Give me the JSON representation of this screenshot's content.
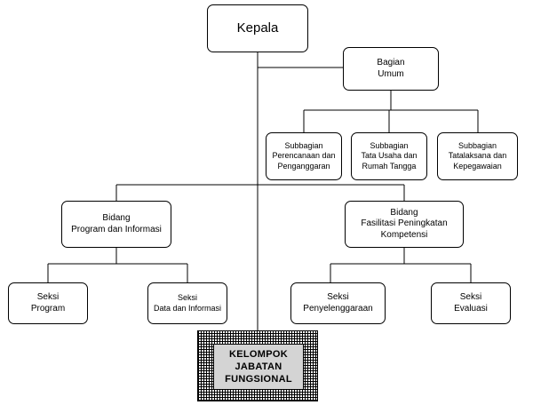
{
  "kepala": {
    "label": "Kepala"
  },
  "bagian_umum": {
    "lines": [
      "Bagian",
      "Umum"
    ]
  },
  "subbagian": [
    {
      "lines": [
        "Subbagian",
        "Perencanaan dan",
        "Penganggaran"
      ]
    },
    {
      "lines": [
        "Subbagian",
        "Tata Usaha dan",
        "Rumah Tangga"
      ]
    },
    {
      "lines": [
        "Subbagian",
        "Tatalaksana dan",
        "Kepegawaian"
      ]
    }
  ],
  "bidang": [
    {
      "lines": [
        "Bidang",
        "Program dan Informasi"
      ]
    },
    {
      "lines": [
        "Bidang",
        "Fasilitasi Peningkatan",
        "Kompetensi"
      ]
    }
  ],
  "seksi": [
    {
      "lines": [
        "Seksi",
        "Program"
      ]
    },
    {
      "lines": [
        "Seksi",
        "Data dan Informasi"
      ]
    },
    {
      "lines": [
        "Seksi",
        "Penyelenggaraan"
      ]
    },
    {
      "lines": [
        "Seksi",
        "Evaluasi"
      ]
    }
  ],
  "kelompok": {
    "lines": [
      "KELOMPOK",
      "JABATAN",
      "FUNGSIONAL"
    ]
  }
}
